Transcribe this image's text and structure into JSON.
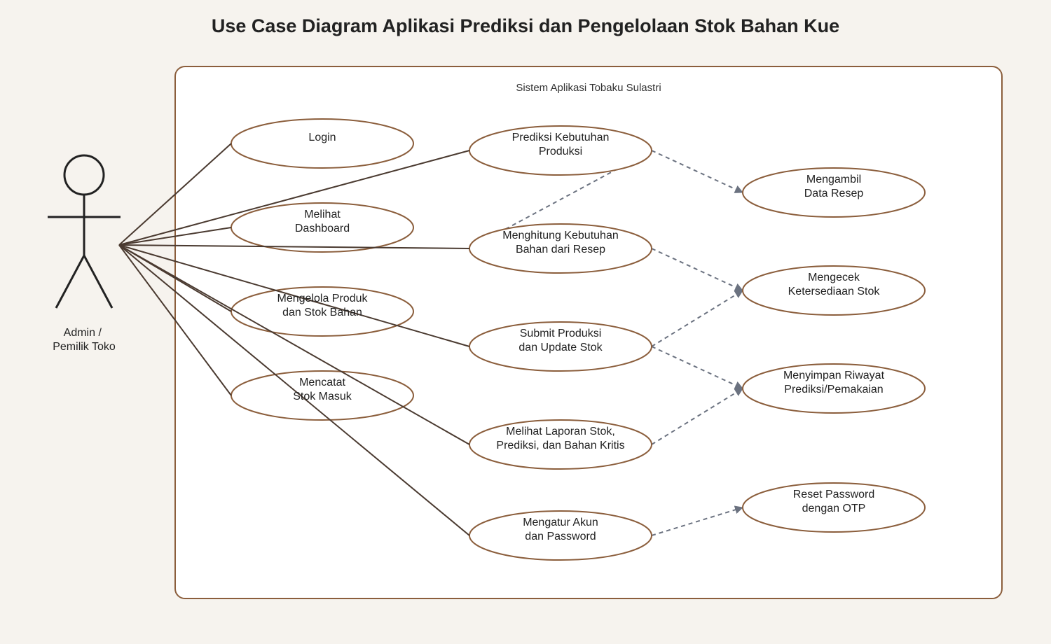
{
  "title": "Use Case Diagram Aplikasi Prediksi dan Pengelolaan Stok Bahan Kue",
  "system": {
    "label": "Sistem Aplikasi Tobaku Sulastri"
  },
  "actor": {
    "lines": [
      "Admin /",
      "Pemilik Toko"
    ]
  },
  "colors": {
    "background": "#f6f3ee",
    "system_fill": "#ffffff",
    "border": "#8b5e3c",
    "ellipse_stroke": "#8b5e3c",
    "association_line": "#4a3a30",
    "dependency_line": "#6b7280",
    "text": "#222222"
  },
  "use_cases": [
    {
      "id": "login",
      "lines": [
        "Login"
      ]
    },
    {
      "id": "dashboard",
      "lines": [
        "Melihat",
        "Dashboard"
      ]
    },
    {
      "id": "produk",
      "lines": [
        "Mengelola Produk",
        "dan Stok Bahan"
      ]
    },
    {
      "id": "stokmasuk",
      "lines": [
        "Mencatat",
        "Stok Masuk"
      ]
    },
    {
      "id": "prediksi",
      "lines": [
        "Prediksi Kebutuhan",
        "Produksi"
      ]
    },
    {
      "id": "hitung",
      "lines": [
        "Menghitung Kebutuhan",
        "Bahan dari Resep"
      ]
    },
    {
      "id": "submit",
      "lines": [
        "Submit Produksi",
        "dan Update Stok"
      ]
    },
    {
      "id": "laporan",
      "lines": [
        "Melihat Laporan Stok,",
        "Prediksi, dan Bahan Kritis"
      ]
    },
    {
      "id": "akun",
      "lines": [
        "Mengatur Akun",
        "dan Password"
      ]
    },
    {
      "id": "resep",
      "lines": [
        "Mengambil",
        "Data Resep"
      ]
    },
    {
      "id": "cek",
      "lines": [
        "Mengecek",
        "Ketersediaan Stok"
      ]
    },
    {
      "id": "riwayat",
      "lines": [
        "Menyimpan Riwayat",
        "Prediksi/Pemakaian"
      ]
    },
    {
      "id": "otp",
      "lines": [
        "Reset Password",
        "dengan OTP"
      ]
    }
  ],
  "associations": [
    "login",
    "prediksi",
    "dashboard",
    "hitung",
    "produk",
    "submit",
    "stokmasuk",
    "laporan",
    "akun"
  ],
  "dependencies": [
    {
      "from": "prediksi",
      "to": "resep"
    },
    {
      "from": "prediksi",
      "to": "hitung"
    },
    {
      "from": "hitung",
      "to": "cek"
    },
    {
      "from": "submit",
      "to": "cek"
    },
    {
      "from": "submit",
      "to": "riwayat"
    },
    {
      "from": "laporan",
      "to": "riwayat"
    },
    {
      "from": "akun",
      "to": "otp"
    }
  ]
}
